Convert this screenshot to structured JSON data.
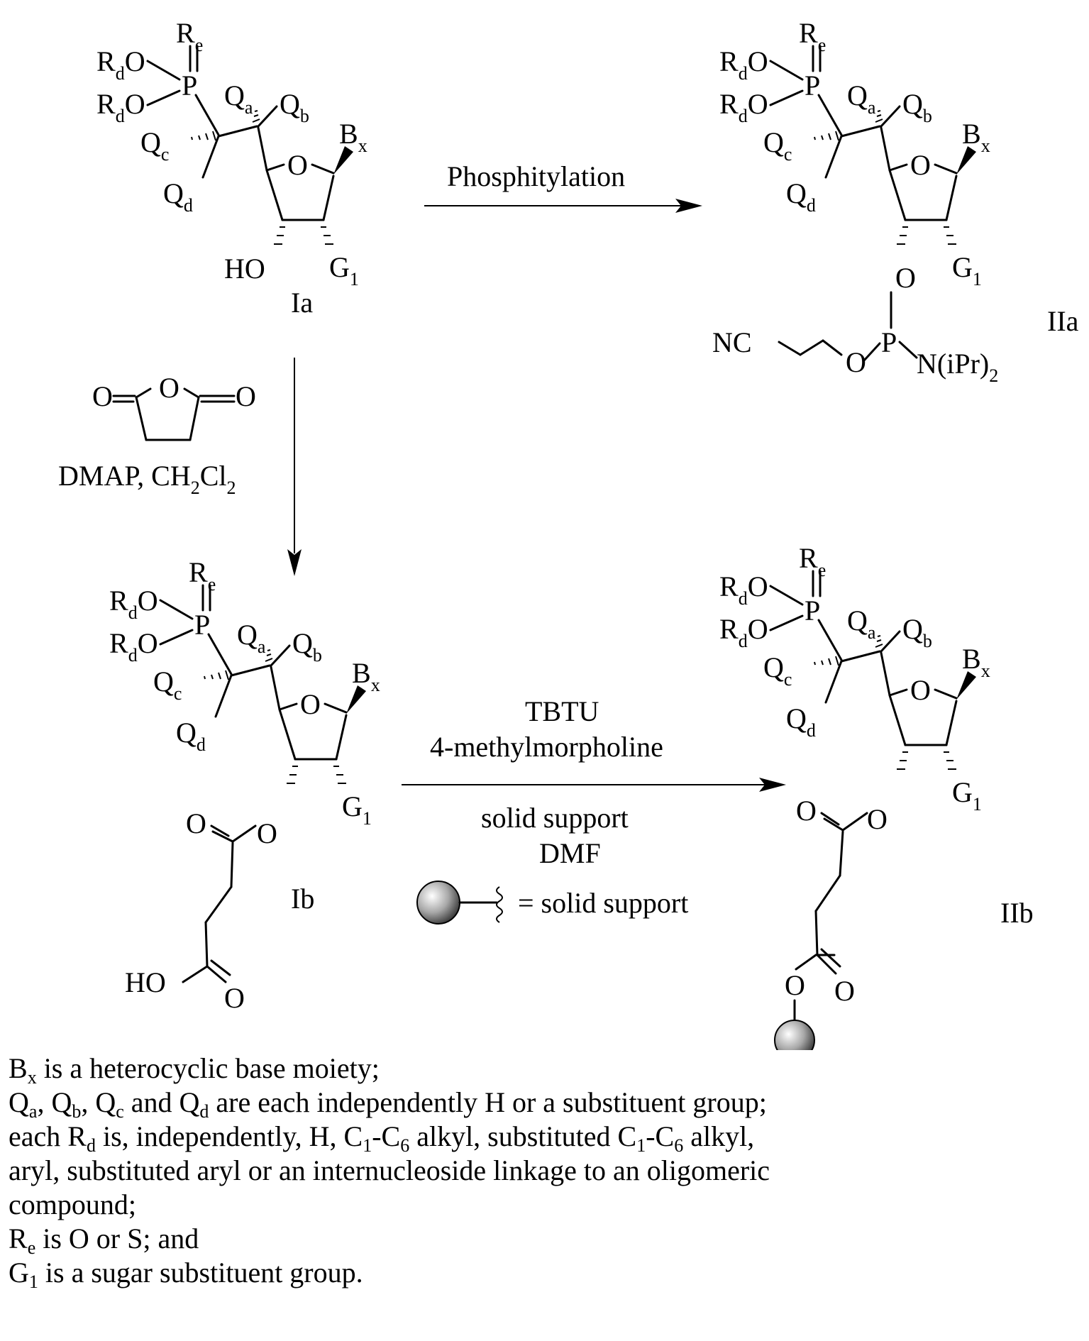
{
  "atoms": {
    "R": "R",
    "d": "d",
    "e": "e",
    "O": "O",
    "P": "P",
    "Q": "Q",
    "a": "a",
    "b": "b",
    "c": "c",
    "B": "B",
    "x": "x",
    "G": "G",
    "one": "1",
    "HO": "HO",
    "NC": "NC",
    "N_iPr": "N(iPr)",
    "two": "2"
  },
  "compounds": {
    "Ia": "Ia",
    "IIa": "IIa",
    "Ib": "Ib",
    "IIb": "IIb"
  },
  "reagents": {
    "phosphitylation": "Phosphitylation",
    "dmap_pre": "DMAP, CH",
    "cl": "Cl",
    "tbtu": "TBTU",
    "methylmorpholine": "4-methylmorpholine",
    "solid_support": "solid support",
    "dmf": "DMF",
    "equals_solid_support": "= solid support"
  },
  "legend": {
    "l1_B": "B",
    "l1_x": "x",
    "l1_text": " is a heterocyclic base moiety;",
    "l2_Q": "Q",
    "l2_a": "a",
    "l2_sep1": ", Q",
    "l2_b": "b",
    "l2_sep2": ", Q",
    "l2_c": "c",
    "l2_and": " and Q",
    "l2_d": "d",
    "l2_text": " are each independently H or a substituent group;",
    "l3_pre": "each R",
    "l3_d": "d",
    "l3_mid1": " is, independently, H, C",
    "l3_1": "1",
    "l3_mid2": "-C",
    "l3_6": "6",
    "l3_mid3": " alkyl, substituted C",
    "l3_1b": "1",
    "l3_mid4": "-C",
    "l3_6b": "6",
    "l3_end": " alkyl,",
    "l4": "aryl, substituted aryl or an internucleoside linkage to an oligomeric",
    "l5": "compound;",
    "l6_R": "R",
    "l6_e": "e",
    "l6_text": " is O or S; and",
    "l7_G": "G",
    "l7_1": "1",
    "l7_text": " is a sugar substituent group."
  }
}
